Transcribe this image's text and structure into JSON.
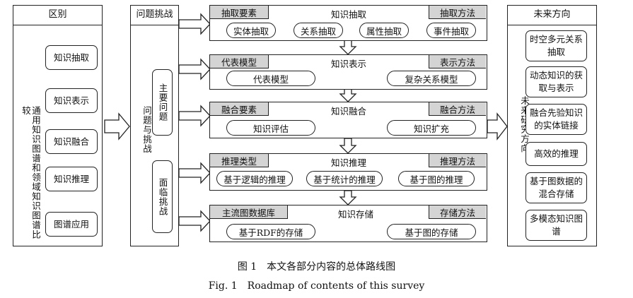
{
  "left": {
    "title": "区别",
    "side": "通用知识图谱和领域知识图谱比较",
    "items": [
      "知识抽取",
      "知识表示",
      "知识融合",
      "知识推理",
      "图谱应用"
    ]
  },
  "problem": {
    "title": "问题挑战",
    "side": "问题与挑战",
    "sub1": "主要问题",
    "sub2": "面临挑战"
  },
  "rows": [
    {
      "tagL": "抽取要素",
      "center": "知识抽取",
      "tagR": "抽取方法",
      "items": [
        "实体抽取",
        "关系抽取",
        "属性抽取",
        "事件抽取"
      ]
    },
    {
      "tagL": "代表模型",
      "center": "知识表示",
      "tagR": "表示方法",
      "items": [
        "代表模型",
        "复杂关系模型"
      ]
    },
    {
      "tagL": "融合要素",
      "center": "知识融合",
      "tagR": "融合方法",
      "items": [
        "知识评估",
        "知识扩充"
      ]
    },
    {
      "tagL": "推理类型",
      "center": "知识推理",
      "tagR": "推理方法",
      "items": [
        "基于逻辑的推理",
        "基于统计的推理",
        "基于图的推理"
      ]
    },
    {
      "tagL": "主流图数据库",
      "center": "知识存储",
      "tagR": "存储方法",
      "items": [
        "基于RDF的存储",
        "基于图的存储"
      ]
    }
  ],
  "future": {
    "title": "未来方向",
    "side": "未来研究方向",
    "items": [
      "时空多元关系抽取",
      "动态知识的获取与表示",
      "融合先验知识的实体链接",
      "高效的推理",
      "基于图数据的混合存储",
      "多模态知识图谱"
    ]
  },
  "caption": {
    "zh": "图 1　本文各部分内容的总体路线图",
    "en": "Fig. 1　Roadmap of contents of this survey"
  }
}
